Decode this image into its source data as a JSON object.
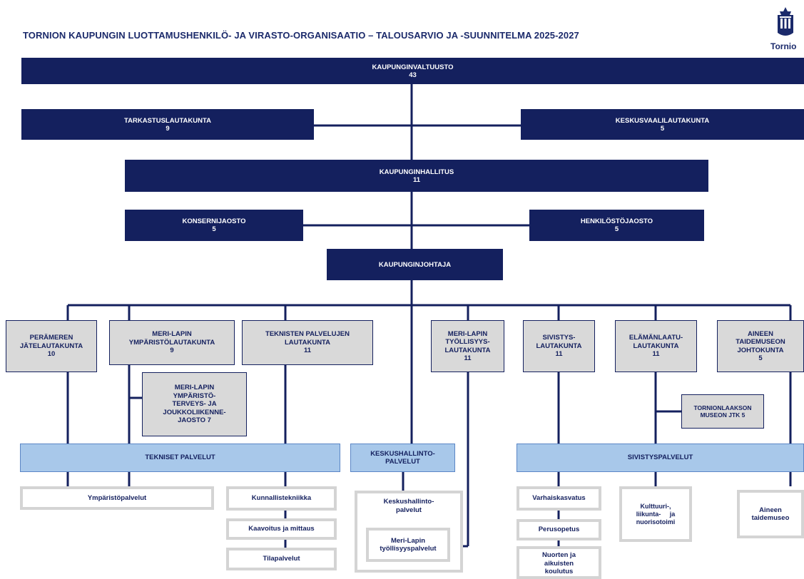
{
  "title": "TORNION KAUPUNGIN LUOTTAMUSHENKILÖ- JA VIRASTO-ORGANISAATIO – TALOUSARVIO JA -SUUNNITELMA 2025-2027",
  "logo": {
    "icon": "tornio-coat-of-arms-icon",
    "text": "Tornio"
  },
  "colors": {
    "dark": "#14205e",
    "grey": "#d9d9d9",
    "blue": "#a8c8ea",
    "outline": "#d4d4d4",
    "line": "#14205e"
  },
  "council": {
    "name": "KAUPUNGINVALTUUSTO",
    "count": "43"
  },
  "audit": {
    "name": "TARKASTUSLAUTAKUNTA",
    "count": "9"
  },
  "election": {
    "name": "KESKUSVAALILAUTAKUNTA",
    "count": "5"
  },
  "board": {
    "name": "KAUPUNGINHALLITUS",
    "count": "11"
  },
  "group_section": {
    "name": "KONSERNIJAOSTO",
    "count": "5"
  },
  "staff_section": {
    "name": "HENKILÖSTÖJAOSTO",
    "count": "5"
  },
  "mayor": {
    "name": "KAUPUNGINJOHTAJA"
  },
  "committees": {
    "waste": {
      "l1": "PERÄMEREN",
      "l2": "JÄTELAUTAKUNTA",
      "count": "10"
    },
    "environment": {
      "l1": "MERI-LAPIN",
      "l2": "YMPÄRISTÖLAUTAKUNTA",
      "count": "9"
    },
    "technical": {
      "l1": "TEKNISTEN PALVELUJEN",
      "l2": "LAUTAKUNTA",
      "count": "11"
    },
    "employment": {
      "l1": "MERI-LAPIN",
      "l2": "TYÖLLISYYS-",
      "l3": "LAUTAKUNTA",
      "count": "11"
    },
    "education": {
      "l1": "SIVISTYS-",
      "l2": "LAUTAKUNTA",
      "count": "11"
    },
    "quality": {
      "l1": "ELÄMÄNLAATU-",
      "l2": "LAUTAKUNTA",
      "count": "11"
    },
    "museum": {
      "l1": "AINEEN",
      "l2": "TAIDEMUSEON",
      "l3": "JOHTOKUNTA",
      "count": "5"
    }
  },
  "env_section": {
    "l1": "MERI-LAPIN",
    "l2": "YMPÄRISTÖ-",
    "l3": "TERVEYS- JA",
    "l4": "JOUKKOLIIKENNE-",
    "l5": "JAOSTO 7"
  },
  "museum_jtk": {
    "l1": "TORNIONLAAKSON",
    "l2": "MUSEON JTK 5"
  },
  "departments": {
    "technical": "TEKNISET PALVELUT",
    "central": {
      "l1": "KESKUSHALLINTO-",
      "l2": "PALVELUT"
    },
    "culture": "SIVISTYSPALVELUT"
  },
  "units": {
    "environment": "Ympäristöpalvelut",
    "engineering": "Kunnallistekniikka",
    "planning": "Kaavoitus ja mittaus",
    "premises": "Tilapalvelut",
    "central": {
      "l1": "Keskushallinto-",
      "l2": "palvelut"
    },
    "employment": {
      "l1": "Meri-Lapin",
      "l2": "työllisyyspalvelut"
    },
    "early": "Varhaiskasvatus",
    "basic": "Perusopetus",
    "youth_adult": {
      "l1": "Nuorten ja",
      "l2": "aikuisten",
      "l3": "koulutus"
    },
    "culture": {
      "l1": "Kulttuuri-,",
      "l2": "liikunta-     ja",
      "l3": "nuorisotoimi"
    },
    "art_museum": {
      "l1": "Aineen",
      "l2": "taidemuseo"
    }
  }
}
